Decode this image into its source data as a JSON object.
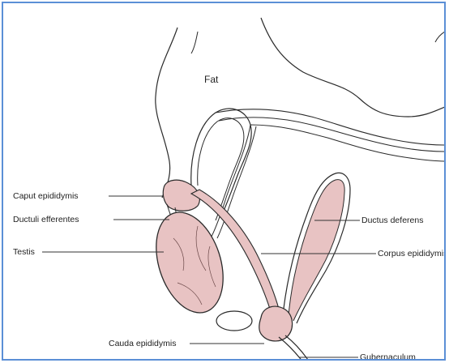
{
  "colors": {
    "frame": "#5b8fd6",
    "tissue_fill": "#e8c3c3",
    "outline": "#2a2a2a",
    "leader": "#333333"
  },
  "labels": {
    "fat": "Fat",
    "caput_epididymis": "Caput epididymis",
    "ductuli_efferentes": "Ductuli efferentes",
    "testis": "Testis",
    "cauda_epididymis": "Cauda epididymis",
    "ductus_deferens": "Ductus deferens",
    "corpus_epididymis": "Corpus epididymis",
    "gubernaculum": "Gubernaculum"
  }
}
